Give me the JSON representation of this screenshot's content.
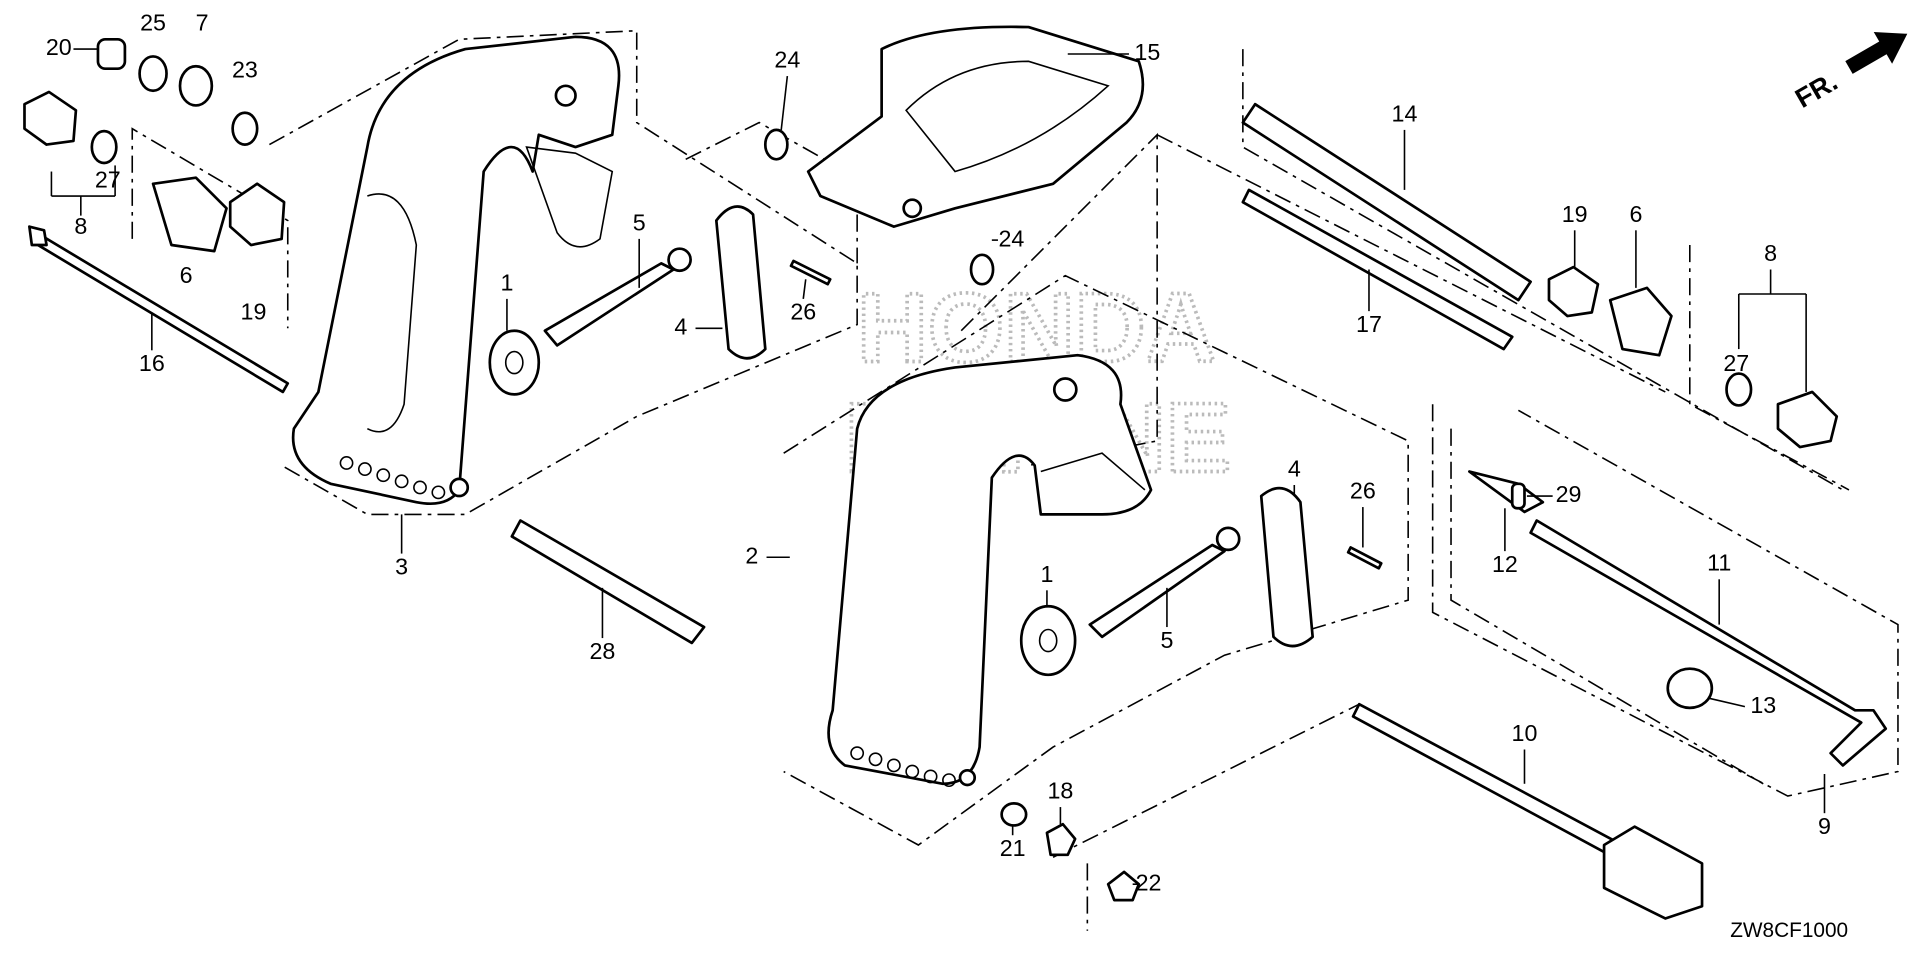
{
  "diagram": {
    "front_indicator": "FR.",
    "code": "ZW8CF1000",
    "watermark": "HONDA MARINE",
    "callouts": [
      "20",
      "25",
      "7",
      "23",
      "27",
      "8",
      "6",
      "19",
      "16",
      "3",
      "1",
      "5",
      "4",
      "26",
      "24",
      "24",
      "15",
      "14",
      "17",
      "19",
      "6",
      "8",
      "27",
      "2",
      "28",
      "1",
      "5",
      "4",
      "26",
      "29",
      "12",
      "11",
      "13",
      "10",
      "9",
      "18",
      "21",
      "22"
    ]
  }
}
